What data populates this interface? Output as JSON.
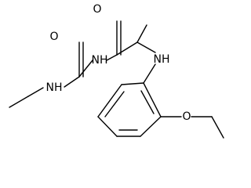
{
  "molecule": {
    "atoms": {
      "o1": "O",
      "o2": "O",
      "o3": "O",
      "nh1": "NH",
      "nh2": "NH",
      "nh3": "NH"
    }
  }
}
